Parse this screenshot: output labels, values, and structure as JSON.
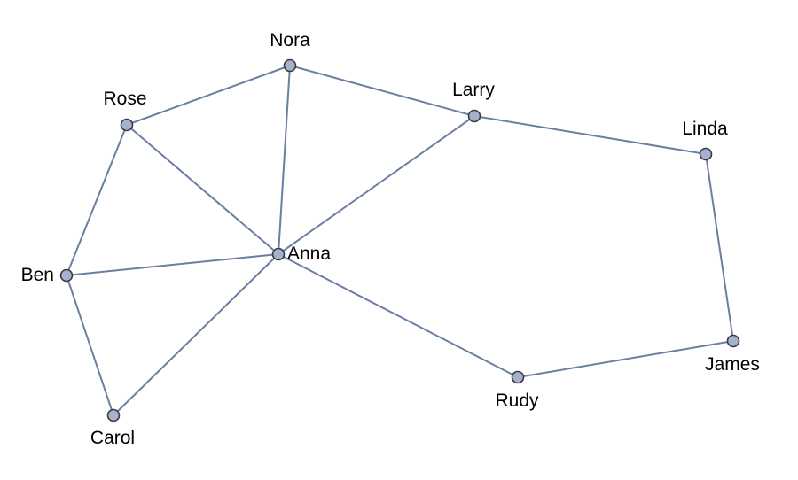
{
  "graph": {
    "colors": {
      "edge": "#6b7fa3",
      "node_fill": "#a5b2cf",
      "node_stroke": "#3a3a3a",
      "label": "#000000"
    },
    "nodes": [
      {
        "id": "nora",
        "label": "Nora"
      },
      {
        "id": "rose",
        "label": "Rose"
      },
      {
        "id": "larry",
        "label": "Larry"
      },
      {
        "id": "linda",
        "label": "Linda"
      },
      {
        "id": "anna",
        "label": "Anna"
      },
      {
        "id": "ben",
        "label": "Ben"
      },
      {
        "id": "carol",
        "label": "Carol"
      },
      {
        "id": "rudy",
        "label": "Rudy"
      },
      {
        "id": "james",
        "label": "James"
      }
    ],
    "edges": [
      [
        "rose",
        "nora"
      ],
      [
        "nora",
        "larry"
      ],
      [
        "larry",
        "linda"
      ],
      [
        "nora",
        "anna"
      ],
      [
        "rose",
        "anna"
      ],
      [
        "larry",
        "anna"
      ],
      [
        "rose",
        "ben"
      ],
      [
        "ben",
        "anna"
      ],
      [
        "ben",
        "carol"
      ],
      [
        "carol",
        "anna"
      ],
      [
        "anna",
        "rudy"
      ],
      [
        "rudy",
        "james"
      ],
      [
        "linda",
        "james"
      ]
    ]
  }
}
